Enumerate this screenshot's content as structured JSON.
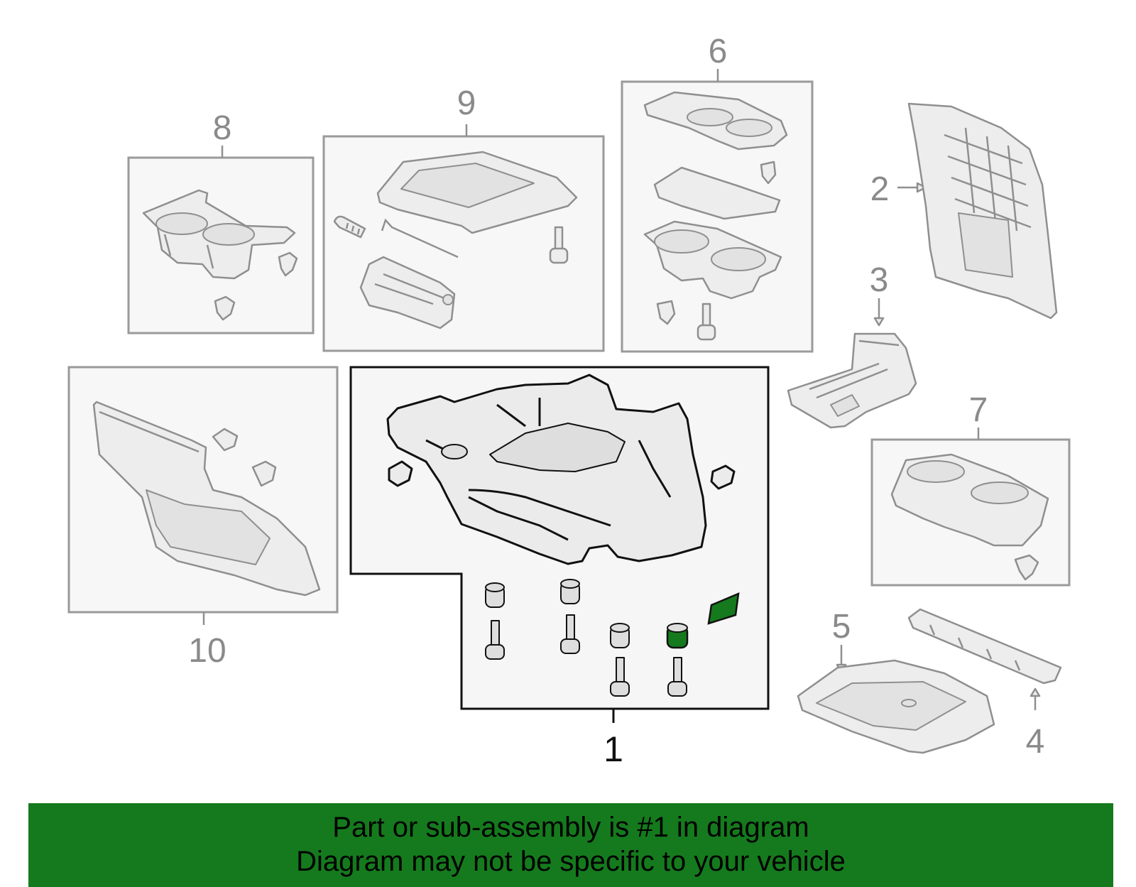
{
  "callouts": {
    "c1": "1",
    "c2": "2",
    "c3": "3",
    "c4": "4",
    "c5": "5",
    "c6": "6",
    "c7": "7",
    "c8": "8",
    "c9": "9",
    "c10": "10"
  },
  "banner": {
    "line1": "Part or sub-assembly is #1 in diagram",
    "line2": "Diagram may not be specific to your vehicle"
  },
  "colors": {
    "highlight": "#157a1d",
    "callout_gray": "#8a8a8a",
    "main_outline": "#111111"
  },
  "icons": [
    "console-base-icon",
    "cup-holder-icon",
    "armrest-lid-icon",
    "bolt-icon",
    "spacer-icon",
    "clip-icon",
    "storage-tray-icon",
    "trim-panel-icon"
  ]
}
